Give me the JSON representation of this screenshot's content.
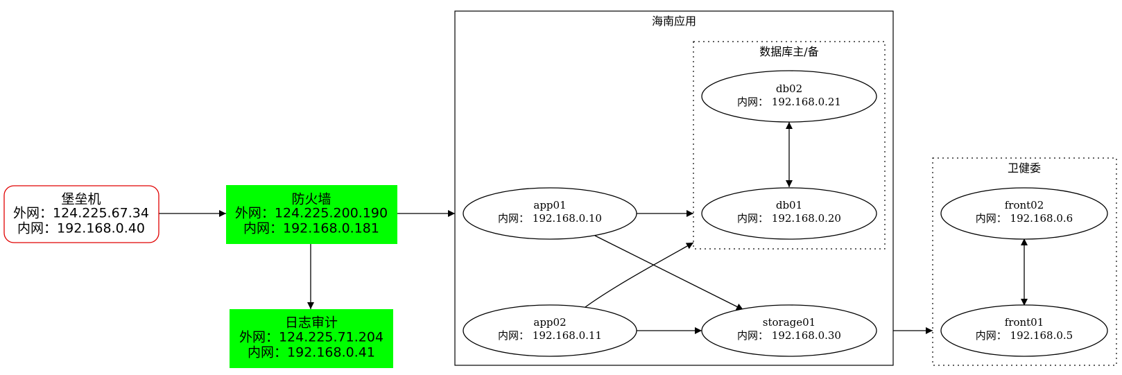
{
  "clusters": {
    "hainan": {
      "title": "海南应用"
    },
    "db": {
      "title": "数据库主/备"
    },
    "weijianwei": {
      "title": "卫健委"
    }
  },
  "nodes": {
    "bastion": {
      "name": "堡垒机",
      "line2": "外网：124.225.67.34",
      "line3": "内网：192.168.0.40",
      "border_color": "#e00000"
    },
    "firewall": {
      "name": "防火墙",
      "line2": "外网：124.225.200.190",
      "line3": "内网：192.168.0.181",
      "fill_color": "#00ff00"
    },
    "audit": {
      "name": "日志审计",
      "line2": "外网：124.225.71.204",
      "line3": "内网：192.168.0.41",
      "fill_color": "#00ff00"
    },
    "app01": {
      "name": "app01",
      "line2": "内网： 192.168.0.10"
    },
    "app02": {
      "name": "app02",
      "line2": "内网： 192.168.0.11"
    },
    "db01": {
      "name": "db01",
      "line2": "内网： 192.168.0.20"
    },
    "db02": {
      "name": "db02",
      "line2": "内网： 192.168.0.21"
    },
    "storage01": {
      "name": "storage01",
      "line2": "内网： 192.168.0.30"
    },
    "front01": {
      "name": "front01",
      "line2": "内网： 192.168.0.5"
    },
    "front02": {
      "name": "front02",
      "line2": "内网： 192.168.0.6"
    }
  },
  "edges": [
    {
      "from": "bastion",
      "to": "firewall",
      "direction": "forward"
    },
    {
      "from": "firewall",
      "to": "audit",
      "direction": "forward"
    },
    {
      "from": "firewall",
      "to": "cluster:海南应用",
      "direction": "forward"
    },
    {
      "from": "app01",
      "to": "cluster:数据库主/备",
      "direction": "forward"
    },
    {
      "from": "app01",
      "to": "storage01",
      "direction": "forward"
    },
    {
      "from": "app02",
      "to": "cluster:数据库主/备",
      "direction": "forward"
    },
    {
      "from": "app02",
      "to": "storage01",
      "direction": "forward"
    },
    {
      "from": "db01",
      "to": "db02",
      "direction": "both"
    },
    {
      "from": "cluster:海南应用",
      "to": "cluster:卫健委",
      "direction": "forward"
    },
    {
      "from": "front01",
      "to": "front02",
      "direction": "both"
    }
  ]
}
